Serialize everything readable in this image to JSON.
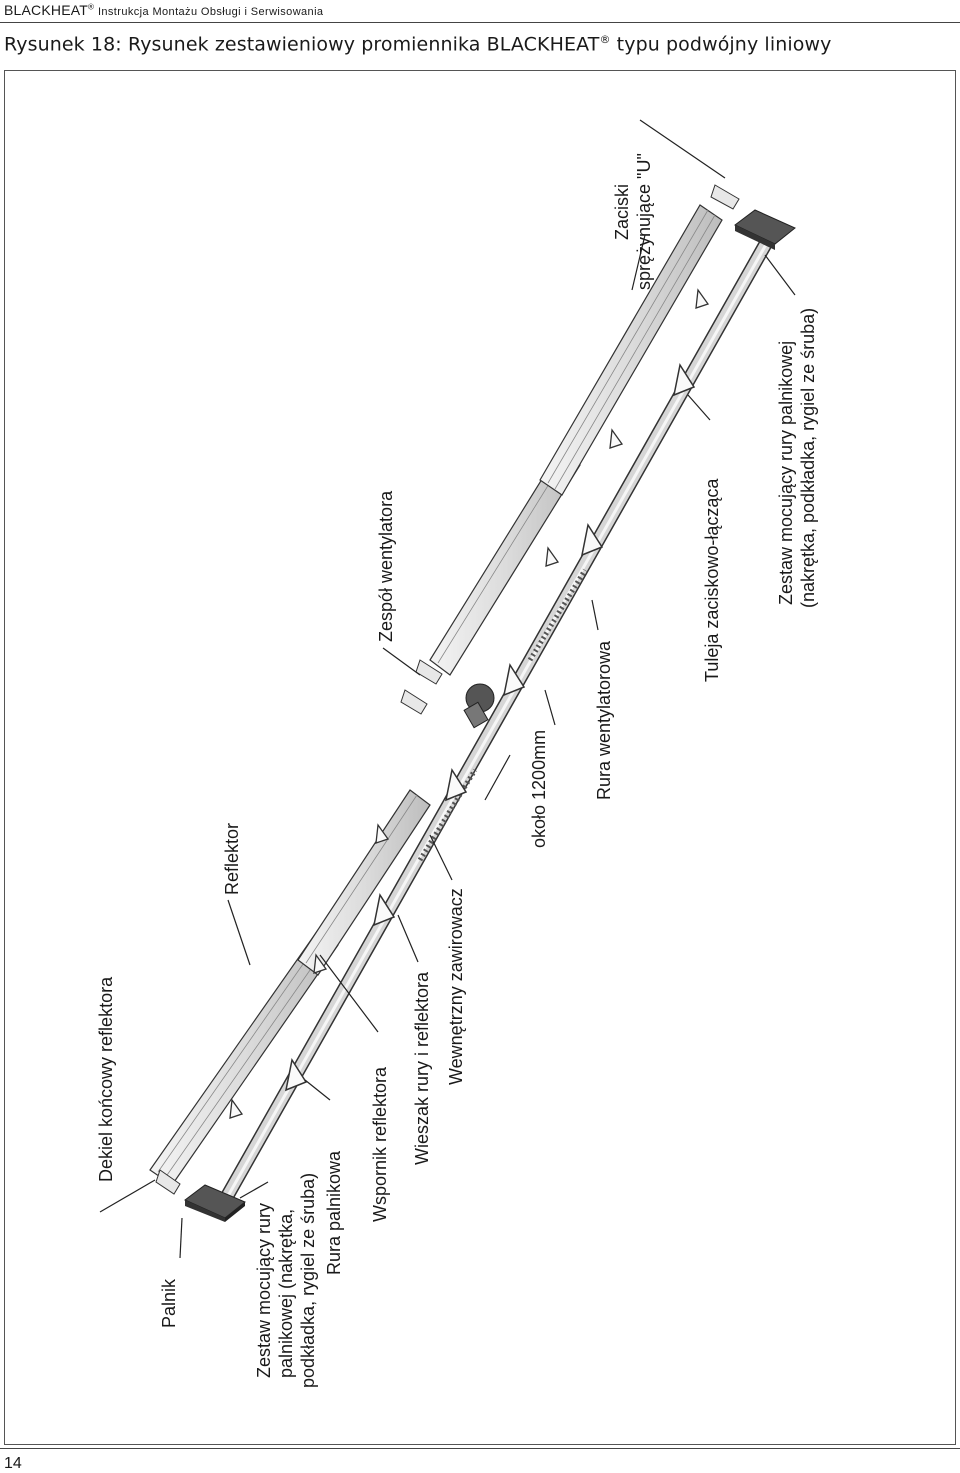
{
  "header": {
    "brand": "BLACKHEAT",
    "reg": "®",
    "manual": "Instrukcja Montażu Obsługi i Serwisowania"
  },
  "figure": {
    "title_prefix": "Rysunek 18: Rysunek zestawieniowy promiennika BLACKHEAT",
    "title_reg": "®",
    "title_suffix": " typu podwójny liniowy"
  },
  "labels": {
    "palnik": "Palnik",
    "zestaw_left_1": "Zestaw mocujący rury",
    "zestaw_left_2": "palnikowej (nakrętka,",
    "zestaw_left_3": "podkładka, rygiel ze śruba)",
    "rura_palnikowa": "Rura palnikowa",
    "wspornik": "Wspornik reflektora",
    "wieszak": "Wieszak rury i reflektora",
    "wewnetrzny": "Wewnętrzny zawirowacz",
    "okolo": "około 1200mm",
    "rura_wentylatorowa": "Rura wentylatorowa",
    "tuleja": "Tuleja zaciskowo-łącząca",
    "zestaw_right_1": "Zestaw mocujący rury palnikowej",
    "zestaw_right_2": "(nakrętka, podkładka, rygiel ze śruba)",
    "dekiel": "Dekiel końcowy reflektora",
    "reflektor": "Reflektor",
    "zespol": "Zespół wentylatora",
    "zaciski_1": "Zaciski",
    "zaciski_2": "sprężynujące \"U\""
  },
  "page_number": "14"
}
